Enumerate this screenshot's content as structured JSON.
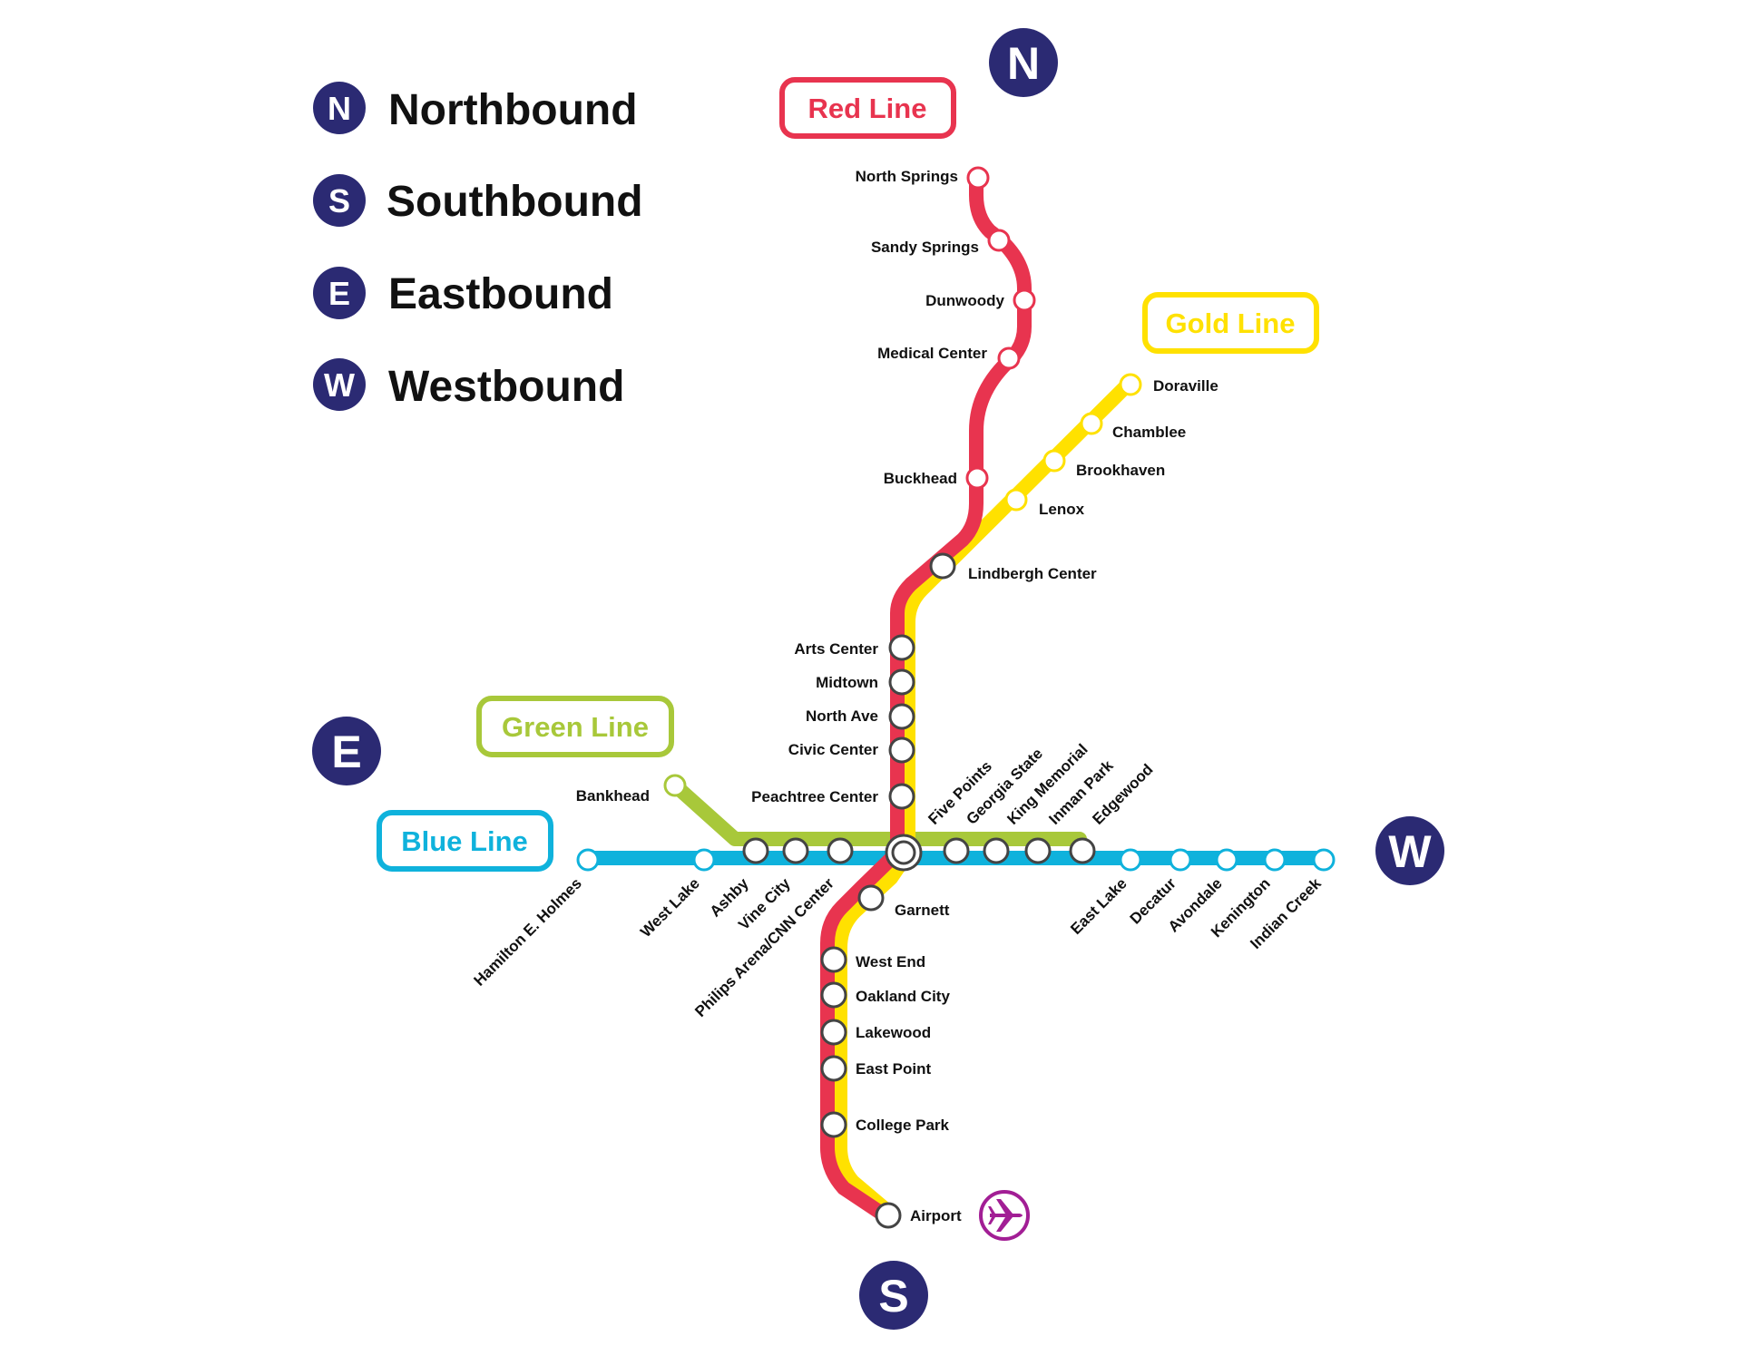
{
  "colors": {
    "red": "#E8344F",
    "gold": "#FFE100",
    "green": "#A8C83A",
    "blue": "#0FB2DC",
    "navy": "#2B2A73",
    "station_dark": "#444444",
    "airport": "#A21E95"
  },
  "legend": [
    {
      "letter": "N",
      "label": "Northbound"
    },
    {
      "letter": "S",
      "label": "Southbound"
    },
    {
      "letter": "E",
      "label": "Eastbound"
    },
    {
      "letter": "W",
      "label": "Westbound"
    }
  ],
  "compass": {
    "n": "N",
    "s": "S",
    "e": "E",
    "w": "W"
  },
  "lines": {
    "red": {
      "label": "Red Line",
      "color": "#E8344F"
    },
    "gold": {
      "label": "Gold Line",
      "color": "#FFE100"
    },
    "green": {
      "label": "Green Line",
      "color": "#A8C83A"
    },
    "blue": {
      "label": "Blue Line",
      "color": "#0FB2DC"
    }
  },
  "stations": {
    "north_springs": "North Springs",
    "sandy_springs": "Sandy Springs",
    "dunwoody": "Dunwoody",
    "medical_center": "Medical Center",
    "buckhead": "Buckhead",
    "doraville": "Doraville",
    "chamblee": "Chamblee",
    "brookhaven": "Brookhaven",
    "lenox": "Lenox",
    "lindbergh_center": "Lindbergh Center",
    "arts_center": "Arts Center",
    "midtown": "Midtown",
    "north_ave": "North Ave",
    "civic_center": "Civic Center",
    "peachtree_center": "Peachtree Center",
    "bankhead": "Bankhead",
    "five_points": "Five Points",
    "georgia_state": "Georgia State",
    "king_memorial": "King Memorial",
    "inman_park": "Inman Park",
    "edgewood": "Edgewood",
    "hamilton_holmes": "Hamilton E. Holmes",
    "west_lake": "West Lake",
    "ashby": "Ashby",
    "vine_city": "Vine City",
    "philips_arena": "Philips Arena/CNN Center",
    "east_lake": "East Lake",
    "decatur": "Decatur",
    "avondale": "Avondale",
    "kenington": "Kenington",
    "indian_creek": "Indian Creek",
    "garnett": "Garnett",
    "west_end": "West End",
    "oakland_city": "Oakland City",
    "lakewood": "Lakewood",
    "east_point": "East Point",
    "college_park": "College Park",
    "airport": "Airport"
  },
  "icons": {
    "airport": "airplane-icon"
  }
}
